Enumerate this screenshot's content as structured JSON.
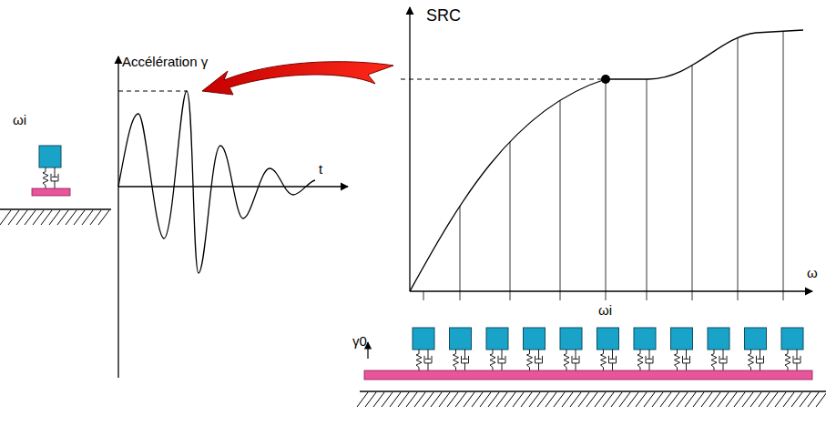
{
  "diagram": {
    "labels": [
      "Accélération γ",
      "t",
      "ωi",
      "SRC",
      "ω",
      "ωi",
      "γ0"
    ]
  }
}
